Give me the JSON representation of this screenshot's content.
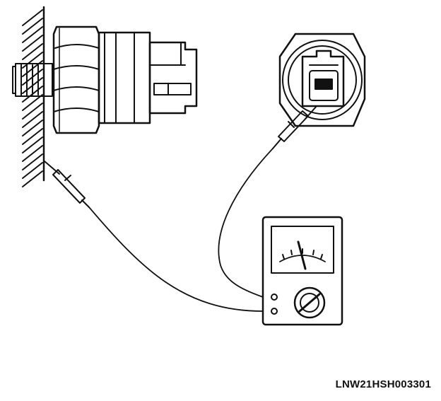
{
  "figure": {
    "code": "LNW21HSH003301",
    "colors": {
      "ink": "#111111",
      "paper": "#ffffff"
    },
    "components": {
      "wall": "hatched-mounting-surface",
      "switch_side": "pressure-switch-side-view",
      "switch_end": "pressure-switch-connector-end-view",
      "meter": "analog-multimeter",
      "probes": [
        "ground-probe",
        "terminal-probe"
      ]
    }
  }
}
